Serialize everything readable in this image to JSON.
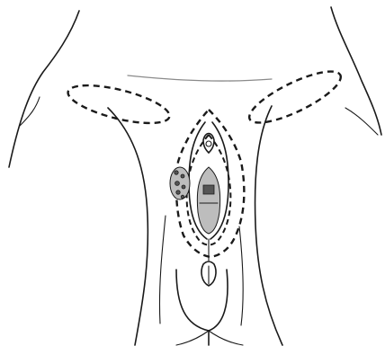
{
  "figure": {
    "kind": "line-drawing",
    "style": "black ink on white",
    "annotation_lines": "dashed",
    "stroke_color": "#1a1a1a",
    "background_color": "#ffffff"
  }
}
